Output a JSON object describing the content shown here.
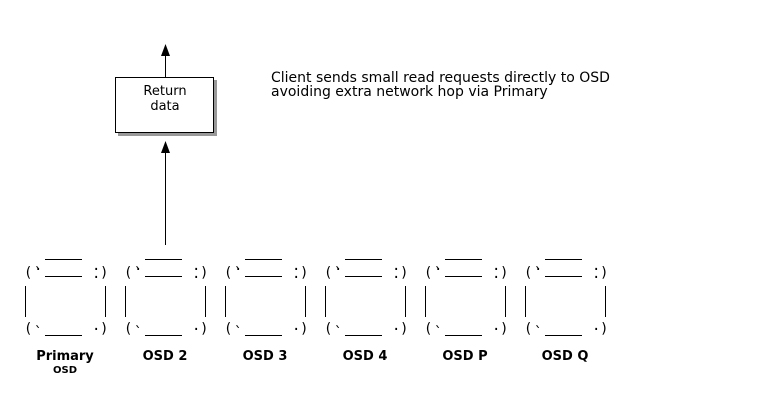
{
  "return_box": {
    "line1": "Return",
    "line2": "data"
  },
  "note": {
    "line1": "Client sends small read requests directly to OSD",
    "line2": "avoiding extra network hop via Primary"
  },
  "osds": [
    {
      "label": "Primary",
      "sublabel": "OSD"
    },
    {
      "label": "OSD 2"
    },
    {
      "label": "OSD 3"
    },
    {
      "label": "OSD 4"
    },
    {
      "label": "OSD P"
    },
    {
      "label": "OSD Q"
    }
  ]
}
